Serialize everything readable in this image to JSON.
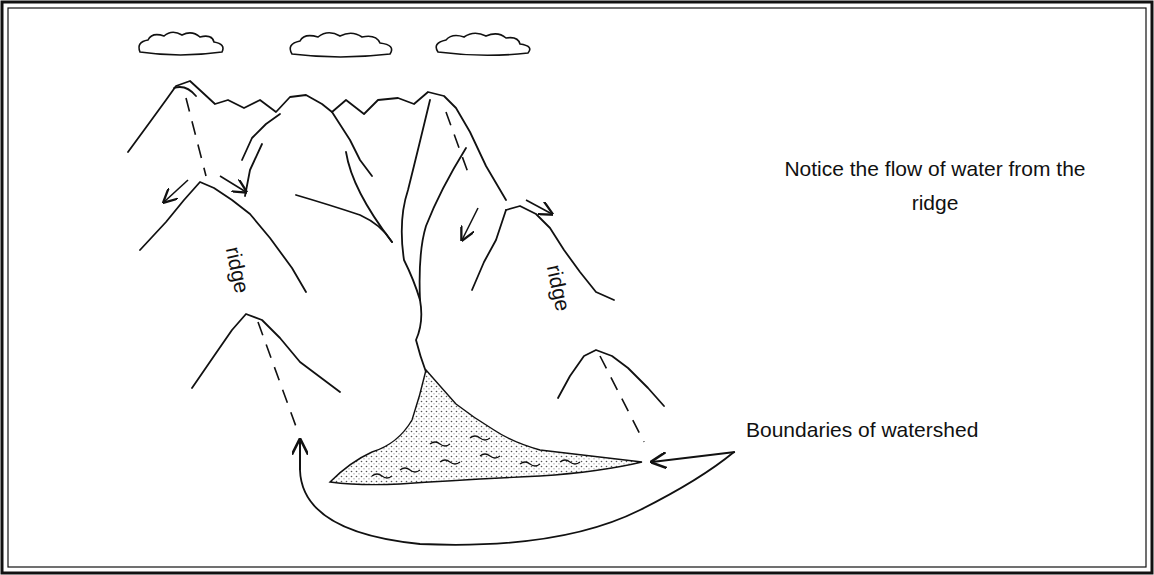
{
  "diagram": {
    "labels": [
      "ridge",
      "ridge",
      "Notice the flow of water from the ridge",
      "Boundaries of watershed"
    ]
  }
}
